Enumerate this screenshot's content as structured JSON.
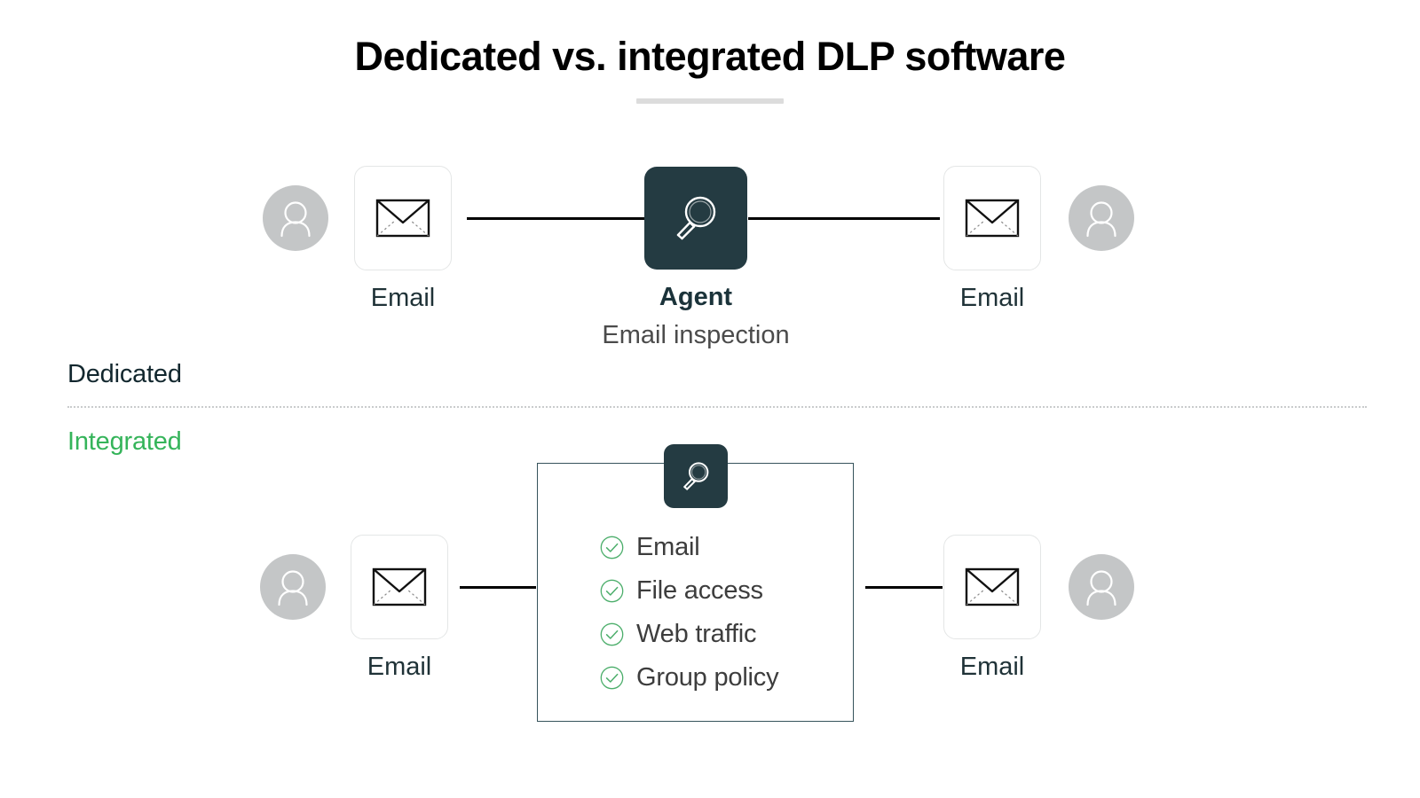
{
  "title": "Dedicated vs. integrated DLP software",
  "sections": {
    "dedicated_label": "Dedicated",
    "integrated_label": "Integrated"
  },
  "colors": {
    "dark_node": "#243b42",
    "integrated_green": "#35b45a",
    "check_green": "#4cae6b",
    "avatar_gray": "#c4c6c7",
    "accent_bar": "#dcdcdc",
    "connector": "#000000",
    "panel_border": "#36535b",
    "title_text": "#000000",
    "label_text": "#1f3237",
    "subtitle_text": "#4b4b4b"
  },
  "dedicated_row": {
    "left_email_label": "Email",
    "right_email_label": "Email",
    "agent_title": "Agent",
    "agent_subtitle": "Email inspection",
    "left_avatar_name": "user-avatar",
    "right_avatar_name": "user-avatar"
  },
  "integrated_row": {
    "left_email_label": "Email",
    "right_email_label": "Email",
    "capabilities": [
      "Email",
      "File access",
      "Web traffic",
      "Group policy"
    ]
  },
  "icons": {
    "envelope": "envelope-icon",
    "magnifier": "magnifier-icon",
    "person": "person-icon",
    "check_circle": "check-circle-icon"
  }
}
